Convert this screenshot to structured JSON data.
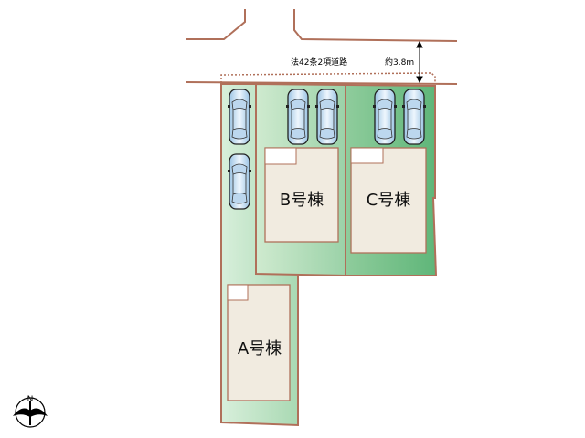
{
  "road": {
    "label": "法42条2項道路",
    "width_label": "約3.8m"
  },
  "buildings": [
    {
      "id": "A",
      "label": "A号棟"
    },
    {
      "id": "B",
      "label": "B号棟"
    },
    {
      "id": "C",
      "label": "C号棟"
    }
  ],
  "compass": {
    "label": "N"
  },
  "colors": {
    "boundary": "#b0705a",
    "lot_light": "#d4ecd6",
    "lot_mid": "#a8d8b0",
    "lot_dark": "#6fbf86",
    "building_fill": "#f1ebe0",
    "building_stroke": "#b0705a",
    "road_setback": "#b0705a",
    "car_body": "#cfe3f3"
  }
}
